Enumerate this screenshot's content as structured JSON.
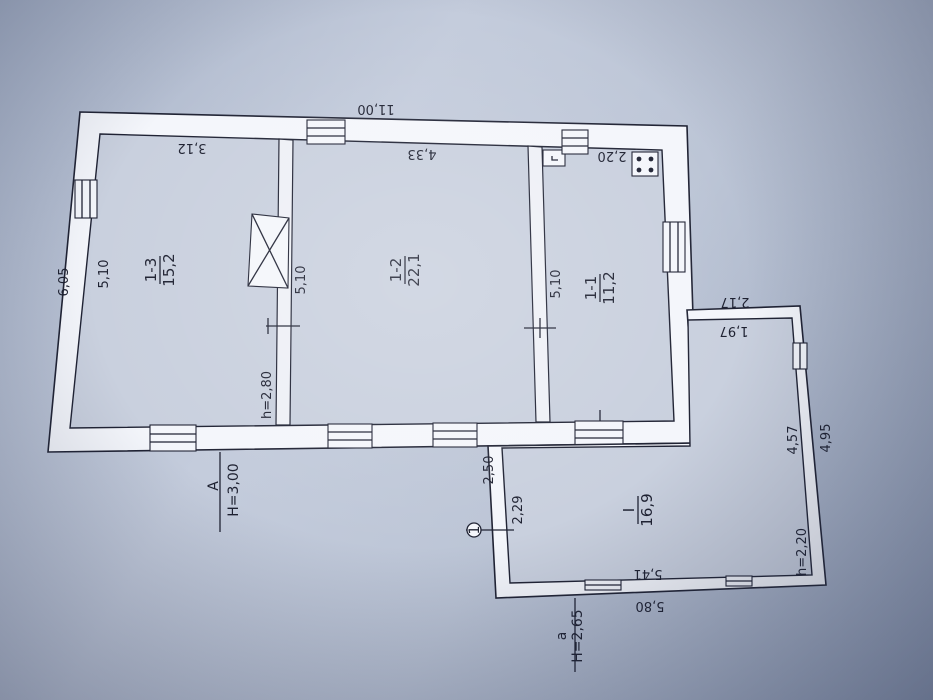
{
  "plan": {
    "overall_length": "11,00",
    "overall_width": "6,05",
    "outbuilding_length_outer": "5,80",
    "outbuilding_length_inner": "5,41",
    "outbuilding_width_outer": "4,95",
    "outbuilding_width_inner": "4,57",
    "outbuilding_side_outer": "2,17",
    "outbuilding_side_inner": "1,97",
    "outbuilding_offset_outer": "2,50",
    "outbuilding_offset_inner": "2,29",
    "height_main": "H=3,00",
    "height_outbuilding": "H=2,65",
    "mark_main": "A",
    "mark_outbuilding": "a",
    "mark_circle": "1"
  },
  "rooms": [
    {
      "id": "1-3",
      "area": "15,2",
      "dim_top": "3,12",
      "dim_left": "5,10",
      "dim_right": "5,10",
      "height": "h=2,80"
    },
    {
      "id": "1-2",
      "area": "22,1",
      "dim_top": "4,33"
    },
    {
      "id": "1-1",
      "area": "11,2",
      "dim_top": "2,20",
      "dim_left": "5,10"
    },
    {
      "id": "I",
      "area": "16,9",
      "height": "h=2,20"
    }
  ]
}
